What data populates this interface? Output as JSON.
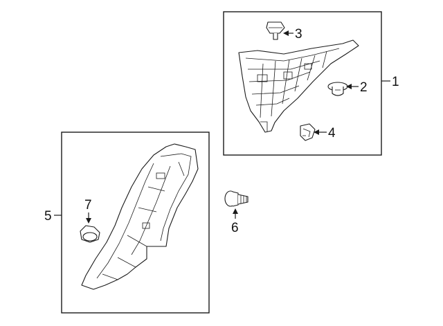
{
  "callouts": {
    "c1": "1",
    "c2": "2",
    "c3": "3",
    "c4": "4",
    "c5": "5",
    "c6": "6",
    "c7": "7"
  },
  "colors": {
    "line": "#1a1a1a",
    "background": "#ffffff"
  }
}
